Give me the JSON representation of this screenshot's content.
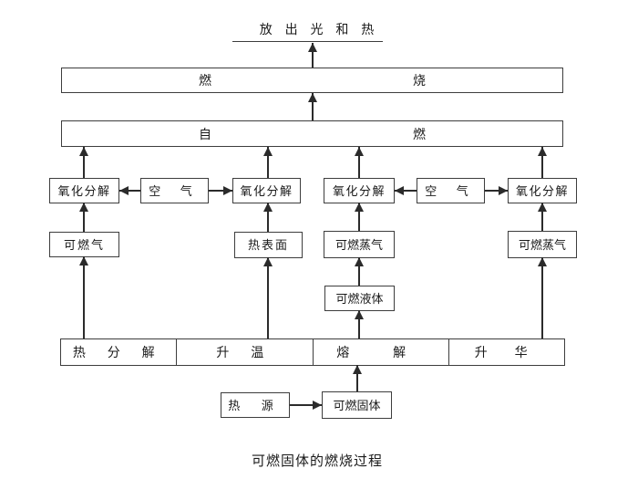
{
  "colors": {
    "background": "#ffffff",
    "line": "#2b2b2b",
    "border": "#3d3d3d",
    "text": "#1a1a1a"
  },
  "top_output": {
    "label": "放 出 光 和 热"
  },
  "combustion_box": {
    "left_char": "燃",
    "right_char": "烧"
  },
  "spontaneous_box": {
    "left_char": "自",
    "right_char": "燃"
  },
  "oxidation_row": {
    "oxidation1": "氧化分解",
    "air1": "空 气",
    "oxidation2": "氧化分解",
    "oxidation3": "氧化分解",
    "air2": "空 气",
    "oxidation4": "氧化分解"
  },
  "intermediate_row": {
    "combustible_gas": "可燃气",
    "hot_surface": "热表面",
    "combustible_vapor_left": "可燃蒸气",
    "combustible_vapor_right": "可燃蒸气"
  },
  "combustible_liquid": "可燃液体",
  "process_row": {
    "thermal_decomposition": "热 分 解",
    "temperature_rise": "升 温",
    "melting": "熔 解",
    "sublimation": "升 华"
  },
  "bottom_row": {
    "heat_source": "热 源",
    "combustible_solid": "可燃固体"
  },
  "caption": "可燃固体的燃烧过程"
}
